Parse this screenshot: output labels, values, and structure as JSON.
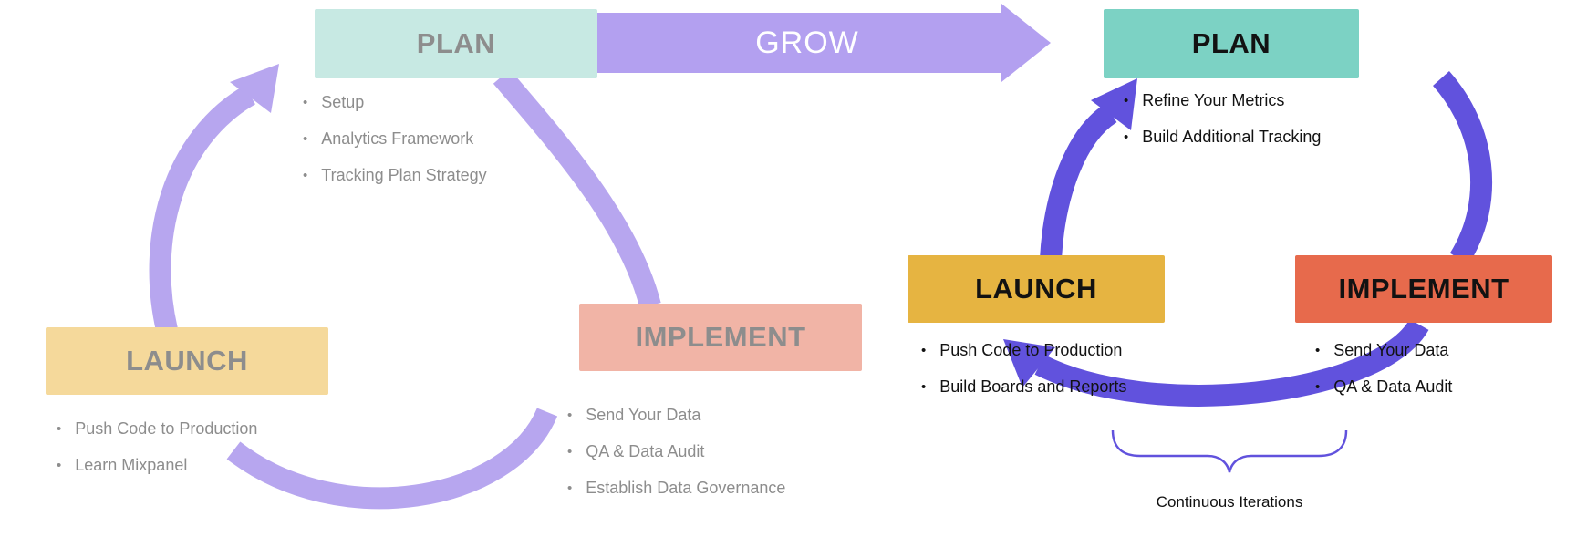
{
  "left_cycle": {
    "plan": {
      "label": "PLAN",
      "bullets": [
        "Setup",
        "Analytics Framework",
        "Tracking Plan Strategy"
      ]
    },
    "implement": {
      "label": "IMPLEMENT",
      "bullets": [
        "Send Your Data",
        "QA & Data Audit",
        "Establish Data Governance"
      ]
    },
    "launch": {
      "label": "LAUNCH",
      "bullets": [
        "Push Code to Production",
        "Learn Mixpanel"
      ]
    }
  },
  "grow_arrow": {
    "label": "GROW"
  },
  "right_cycle": {
    "plan": {
      "label": "PLAN",
      "bullets": [
        "Refine Your Metrics",
        "Build Additional Tracking"
      ]
    },
    "launch": {
      "label": "LAUNCH",
      "bullets": [
        "Push Code to Production",
        "Build Boards and Reports"
      ]
    },
    "implement": {
      "label": "IMPLEMENT",
      "bullets": [
        "Send Your Data",
        "QA & Data Audit"
      ]
    }
  },
  "caption": {
    "label": "Continuous Iterations"
  },
  "colors": {
    "left_plan_bg": "#c7e9e3",
    "left_implement_bg": "#f1b4a6",
    "left_launch_bg": "#f5d99b",
    "left_text": "#8d8d8d",
    "left_arrow": "#b7a6ef",
    "grow_arrow_fill": "#b3a0f0",
    "right_plan_bg": "#7cd2c4",
    "right_launch_bg": "#e6b441",
    "right_implement_bg": "#e76a4c",
    "right_arrow": "#6152dd",
    "dark_text": "#121212"
  }
}
